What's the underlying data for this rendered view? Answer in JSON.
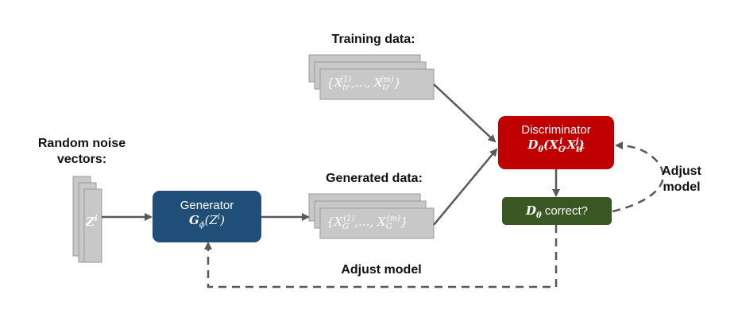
{
  "labels": {
    "training_data": "Training data:",
    "random_noise_line1": "Random noise",
    "random_noise_line2": "vectors:",
    "generated_data": "Generated data:",
    "adjust_model_bottom": "Adjust model",
    "adjust_model_right_line1": "Adjust",
    "adjust_model_right_line2": "model"
  },
  "generator": {
    "title": "Generator",
    "formula_main": "G",
    "formula_sub": "ϕ",
    "formula_arg": "(Z",
    "formula_arg_sup": "i",
    "formula_close": ")",
    "color": "#1f4e79"
  },
  "discriminator": {
    "title": "Discriminator",
    "formula_main": "D",
    "formula_sub": "θ",
    "formula_open": "(X",
    "formula_sub1": "G",
    "formula_sup1": "i",
    "formula_comma": ",X",
    "formula_sub2": "tr",
    "formula_sup2": "j",
    "formula_close": ")",
    "color": "#c00000"
  },
  "check": {
    "main": "D",
    "sub": "θ",
    "text": " correct?",
    "color": "#385723"
  },
  "noise_sheet": {
    "symbol": "Z",
    "sup": "i"
  },
  "training_sheet": {
    "open": "{X",
    "sub1": "tr",
    "sup1": "(1)",
    "mid": ",..., X",
    "sub2": "tr",
    "sup2": "(m)",
    "close": "}"
  },
  "generated_sheet": {
    "open": "{X",
    "sub1": "G",
    "sup1": "(1)",
    "mid": ",..., X",
    "sub2": "G",
    "sup2": "(m)",
    "close": "}"
  },
  "colors": {
    "sheet_fill": "#c8c8c8",
    "sheet_stroke": "#9a9a9a",
    "arrow": "#595959"
  }
}
